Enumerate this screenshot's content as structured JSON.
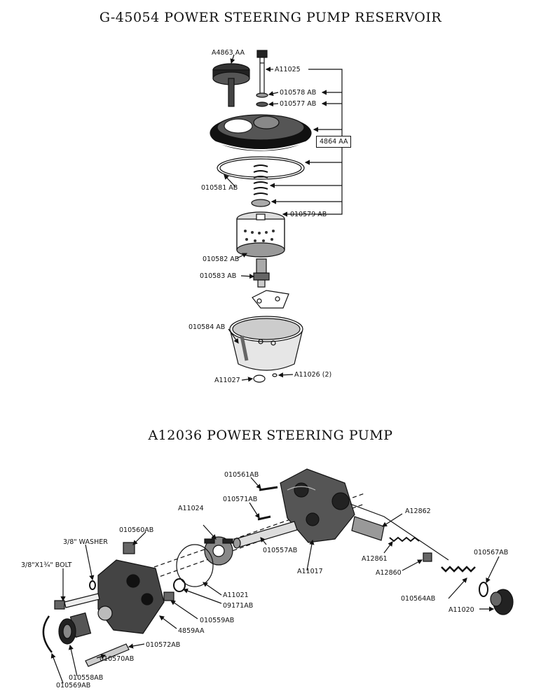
{
  "titles": {
    "reservoir": "G-45054  POWER STEERING PUMP RESERVOIR",
    "pump": "A12036 POWER STEERING PUMP"
  },
  "reservoir_labels": {
    "a4863aa": "A4863 AA",
    "a11025": "A11025",
    "p010578ab": "010578 AB",
    "p010577ab": "010577 AB",
    "assembly": "4864 AA",
    "p010581ab": "010581 AB",
    "p010579ab": "010579 AB",
    "p010582ab": "010582 AB",
    "p010583ab": "010583 AB",
    "p010584ab": "010584 AB",
    "a11027": "A11027",
    "a11026": "A11026 (2)"
  },
  "pump_labels": {
    "p010561ab": "010561AB",
    "p010571ab": "010571AB",
    "a11024": "A11024",
    "a12862": "A12862",
    "p010560ab": "010560AB",
    "washer": "3/8\" WASHER",
    "p010557ab": "010557AB",
    "a12861": "A12861",
    "p010567ab": "010567AB",
    "bolt": "3/8\"X1¾\" BOLT",
    "a11017": "A11017",
    "a12860": "A12860",
    "a11021": "A11021",
    "p09171ab": "09171AB",
    "p010564ab": "010564AB",
    "p010559ab": "010559AB",
    "a11020": "A11020",
    "p4859aa": "4859AA",
    "p010572ab": "010572AB",
    "p010570ab": "010570AB",
    "p010558ab": "010558AB",
    "p010569ab": "010569AB"
  }
}
